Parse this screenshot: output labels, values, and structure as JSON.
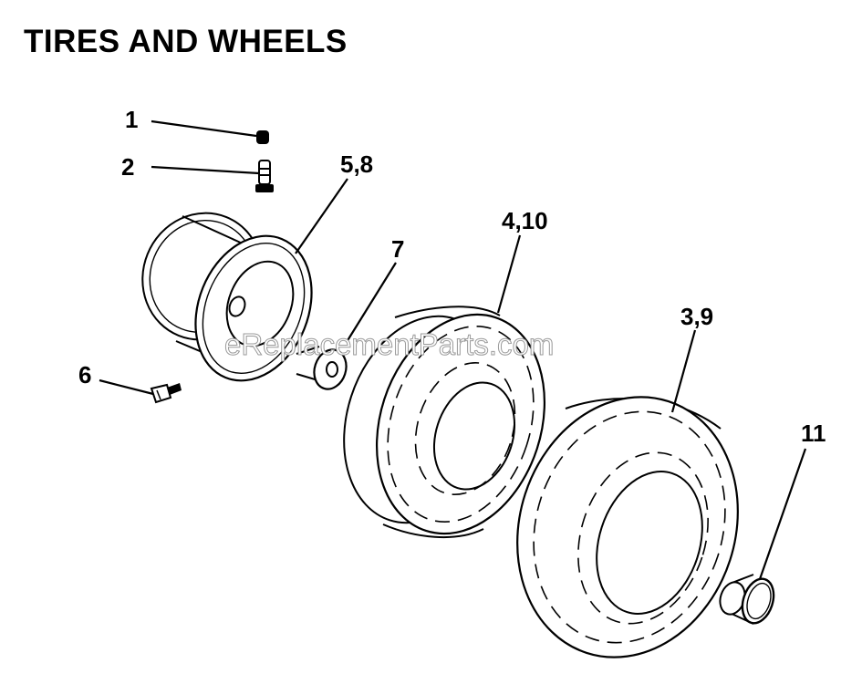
{
  "title": "TIRES AND WHEELS",
  "watermark": "eReplacementParts.com",
  "callouts": {
    "c1": "1",
    "c2": "2",
    "c3": "3,9",
    "c4": "4,10",
    "c5": "5,8",
    "c6": "6",
    "c7": "7",
    "c11": "11"
  },
  "colors": {
    "ink": "#000000",
    "paper": "#ffffff"
  }
}
